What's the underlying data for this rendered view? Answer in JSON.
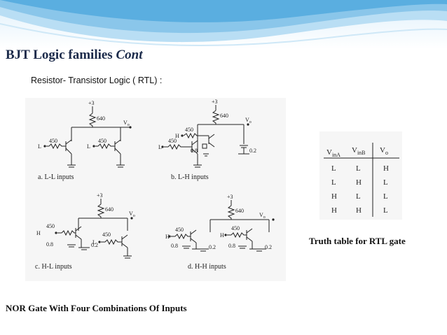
{
  "slide": {
    "title_main": "BJT Logic families",
    "title_italic": "Cont",
    "subtitle": "Resistor- Transistor Logic ( RTL) :",
    "footer": "NOR Gate With Four Combinations Of Inputs",
    "truth_caption": "Truth table for RTL gate"
  },
  "circuits": {
    "vcc": "+3",
    "r_c": "640",
    "r_b": "450",
    "vo": "V",
    "vo_sub": "o",
    "v_low": "0.8",
    "v_sat": "0.2",
    "low": "L",
    "high": "H",
    "captions": [
      "a.  L-L inputs",
      "b.  L-H inputs",
      "c.  H-L inputs",
      "d.  H-H inputs"
    ]
  },
  "truth_table": {
    "headers": [
      {
        "main": "V",
        "sub": "inA"
      },
      {
        "main": "V",
        "sub": "inB"
      },
      {
        "main": "V",
        "sub": "o"
      }
    ],
    "rows": [
      [
        "L",
        "L",
        "H"
      ],
      [
        "L",
        "H",
        "L"
      ],
      [
        "H",
        "L",
        "L"
      ],
      [
        "H",
        "H",
        "L"
      ]
    ]
  }
}
